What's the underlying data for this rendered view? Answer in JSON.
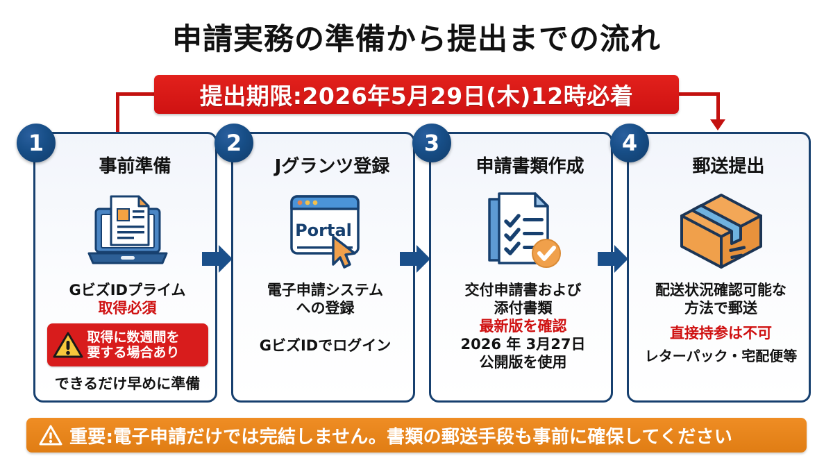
{
  "title": "申請実務の準備から提出までの流れ",
  "deadline_banner": {
    "text": "提出期限:2026年5月29日(木)12時必着",
    "color": "#d81c1c"
  },
  "colors": {
    "card_border": "#17406f",
    "step_badge": "#174e87",
    "arrow_blue": "#1a4f8a",
    "alert_red": "#cf1111",
    "banner_orange": "#e8862a",
    "icon_orange": "#f0a04b"
  },
  "steps": [
    {
      "number": "1",
      "title": "事前準備",
      "icon": "laptop-document-icon",
      "lines": [
        {
          "text": "GビズIDプライム",
          "style": "normal"
        },
        {
          "text": "取得必須",
          "style": "red"
        }
      ],
      "warning_chip": {
        "icon": "warning-triangle-icon",
        "line1": "取得に数週間を",
        "line2": "要する場合あり"
      },
      "footer": "できるだけ早めに準備"
    },
    {
      "number": "2",
      "title": "Jグランツ登録",
      "icon": "browser-portal-icon",
      "icon_label": "Portal",
      "lines": [
        {
          "text": "電子申請システム",
          "style": "normal"
        },
        {
          "text": "への登録",
          "style": "normal"
        },
        {
          "text": "",
          "style": "gap"
        },
        {
          "text": "GビズIDでログイン",
          "style": "normal"
        }
      ]
    },
    {
      "number": "3",
      "title": "申請書類作成",
      "icon": "checklist-document-icon",
      "lines": [
        {
          "text": "交付申請書および",
          "style": "normal"
        },
        {
          "text": "添付書類",
          "style": "normal"
        },
        {
          "text": "最新版を確認",
          "style": "red"
        },
        {
          "text": "2026 年 3月27日",
          "style": "normal"
        },
        {
          "text": "公開版を使用",
          "style": "normal"
        }
      ]
    },
    {
      "number": "4",
      "title": "郵送提出",
      "icon": "shipping-box-icon",
      "lines": [
        {
          "text": "配送状況確認可能な",
          "style": "normal"
        },
        {
          "text": "方法で郵送",
          "style": "normal"
        },
        {
          "text": "直接持参は不可",
          "style": "red"
        },
        {
          "text": "レターパック・宅配便等",
          "style": "normal"
        }
      ]
    }
  ],
  "bottom_banner": {
    "icon": "warning-triangle-icon",
    "text": "重要:電子申請だけでは完結しません。書類の郵送手段も事前に確保してください",
    "color": "#e8862a"
  }
}
